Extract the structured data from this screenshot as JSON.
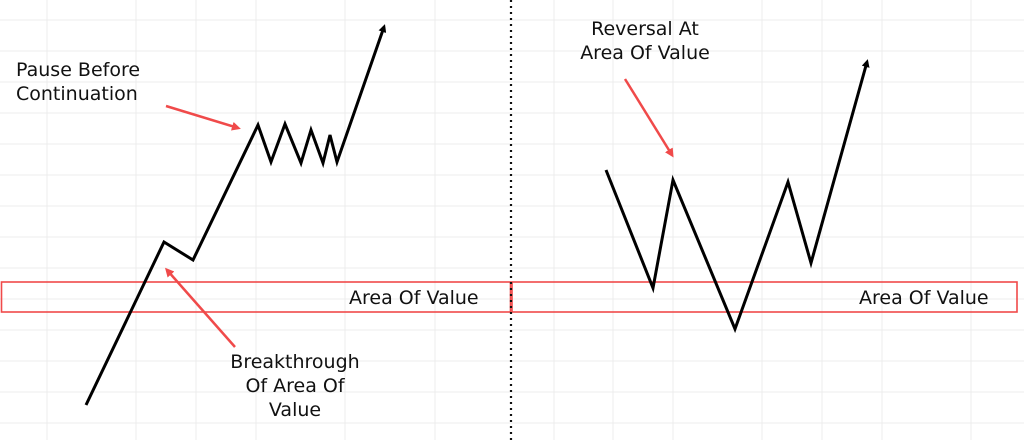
{
  "colors": {
    "background": "#ffffff",
    "grid": "#ececec",
    "line": "#000000",
    "annotation": "#f04a4a",
    "text": "#111111",
    "divider": "#111111"
  },
  "left_panel": {
    "title_annotation": [
      "Pause Before",
      "Continuation"
    ],
    "bottom_annotation": [
      "Breakthrough",
      "Of Area Of",
      "Value"
    ],
    "zone_label": "Area Of Value",
    "price_path": [
      [
        86,
        405
      ],
      [
        164,
        242
      ],
      [
        193,
        260
      ],
      [
        258,
        125
      ],
      [
        271,
        162
      ],
      [
        285,
        124
      ],
      [
        301,
        163
      ],
      [
        311,
        130
      ],
      [
        323,
        163
      ],
      [
        330,
        135
      ],
      [
        337,
        162
      ],
      [
        386,
        22
      ]
    ]
  },
  "right_panel": {
    "title_annotation": [
      "Reversal At",
      "Area Of Value"
    ],
    "zone_label": "Area Of Value",
    "price_path": [
      [
        606,
        170
      ],
      [
        653,
        288
      ],
      [
        673,
        180
      ],
      [
        735,
        329
      ],
      [
        788,
        182
      ],
      [
        811,
        263
      ],
      [
        869,
        57
      ]
    ]
  },
  "chart_data": {
    "type": "line",
    "title": "",
    "series": [
      {
        "name": "Breakthrough / Continuation",
        "points": [
          [
            86,
            405
          ],
          [
            164,
            242
          ],
          [
            193,
            260
          ],
          [
            258,
            125
          ],
          [
            271,
            162
          ],
          [
            285,
            124
          ],
          [
            301,
            163
          ],
          [
            311,
            130
          ],
          [
            323,
            163
          ],
          [
            330,
            135
          ],
          [
            337,
            162
          ],
          [
            386,
            22
          ]
        ]
      },
      {
        "name": "Reversal At Area Of Value",
        "points": [
          [
            606,
            170
          ],
          [
            653,
            288
          ],
          [
            673,
            180
          ],
          [
            735,
            329
          ],
          [
            788,
            182
          ],
          [
            811,
            263
          ],
          [
            869,
            57
          ]
        ]
      }
    ],
    "zones": [
      {
        "label": "Area Of Value",
        "y_range": [
          282,
          312
        ]
      }
    ],
    "annotations": [
      "Pause Before Continuation",
      "Breakthrough Of Area Of Value",
      "Reversal At Area Of Value"
    ],
    "grid": true
  }
}
